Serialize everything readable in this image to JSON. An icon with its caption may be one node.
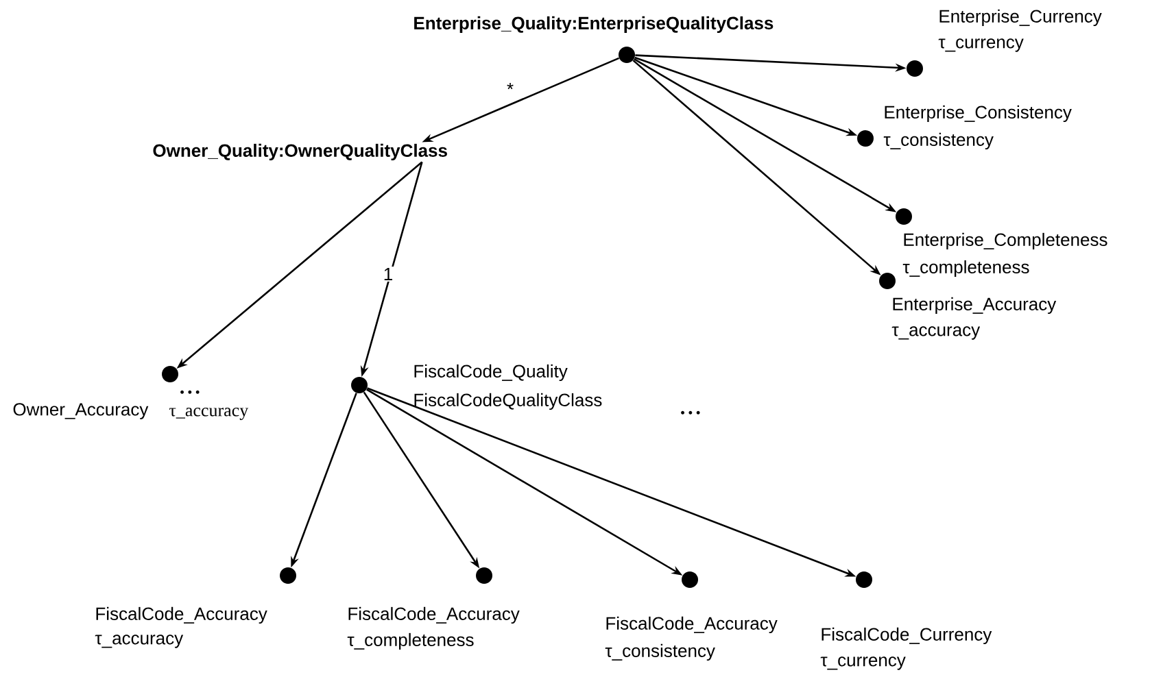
{
  "diagram": {
    "nodes": [
      {
        "text": [
          "Enterprise_Quality:EnterpriseQualityClass"
        ]
      },
      {
        "text": [
          "Enterprise_Currency",
          "τ_currency"
        ]
      },
      {
        "text": [
          "Enterprise_Consistency",
          "τ_consistency"
        ]
      },
      {
        "text": [
          "Enterprise_Completeness",
          "τ_completeness"
        ]
      },
      {
        "text": [
          "Enterprise_Accuracy",
          "τ_accuracy"
        ]
      },
      {
        "text": [
          "Owner_Quality:OwnerQualityClass"
        ]
      },
      {
        "text": [
          "Owner_Accuracy",
          "τ_accuracy"
        ]
      },
      {
        "text": [
          "FiscalCode_Quality",
          "FiscalCodeQualityClass"
        ]
      },
      {
        "text": [
          "FiscalCode_Accuracy",
          "τ_accuracy"
        ]
      },
      {
        "text": [
          "FiscalCode_Accuracy",
          "τ_completeness"
        ]
      },
      {
        "text": [
          "FiscalCode_Accuracy",
          "τ_consistency"
        ]
      },
      {
        "text": [
          "FiscalCode_Currency",
          "τ_currency"
        ]
      }
    ],
    "edges": [
      {
        "from": 0,
        "to": 1,
        "arrow": "to"
      },
      {
        "from": 0,
        "to": 2,
        "arrow": "to"
      },
      {
        "from": 0,
        "to": 3,
        "arrow": "to"
      },
      {
        "from": 0,
        "to": 4,
        "arrow": "to"
      },
      {
        "from": 0,
        "to": 5,
        "arrow": "to",
        "label": "*"
      },
      {
        "from": 5,
        "to": 6,
        "arrow": "to"
      },
      {
        "from": 5,
        "to": 7,
        "arrow": "to",
        "label": "1"
      },
      {
        "from": 7,
        "to": 8,
        "arrow": "to"
      },
      {
        "from": 7,
        "to": 9,
        "arrow": "to"
      },
      {
        "from": 7,
        "to": 10,
        "arrow": "to"
      },
      {
        "from": 7,
        "to": 11,
        "arrow": "to"
      }
    ],
    "labels": [
      "• • •",
      "• • •"
    ]
  }
}
